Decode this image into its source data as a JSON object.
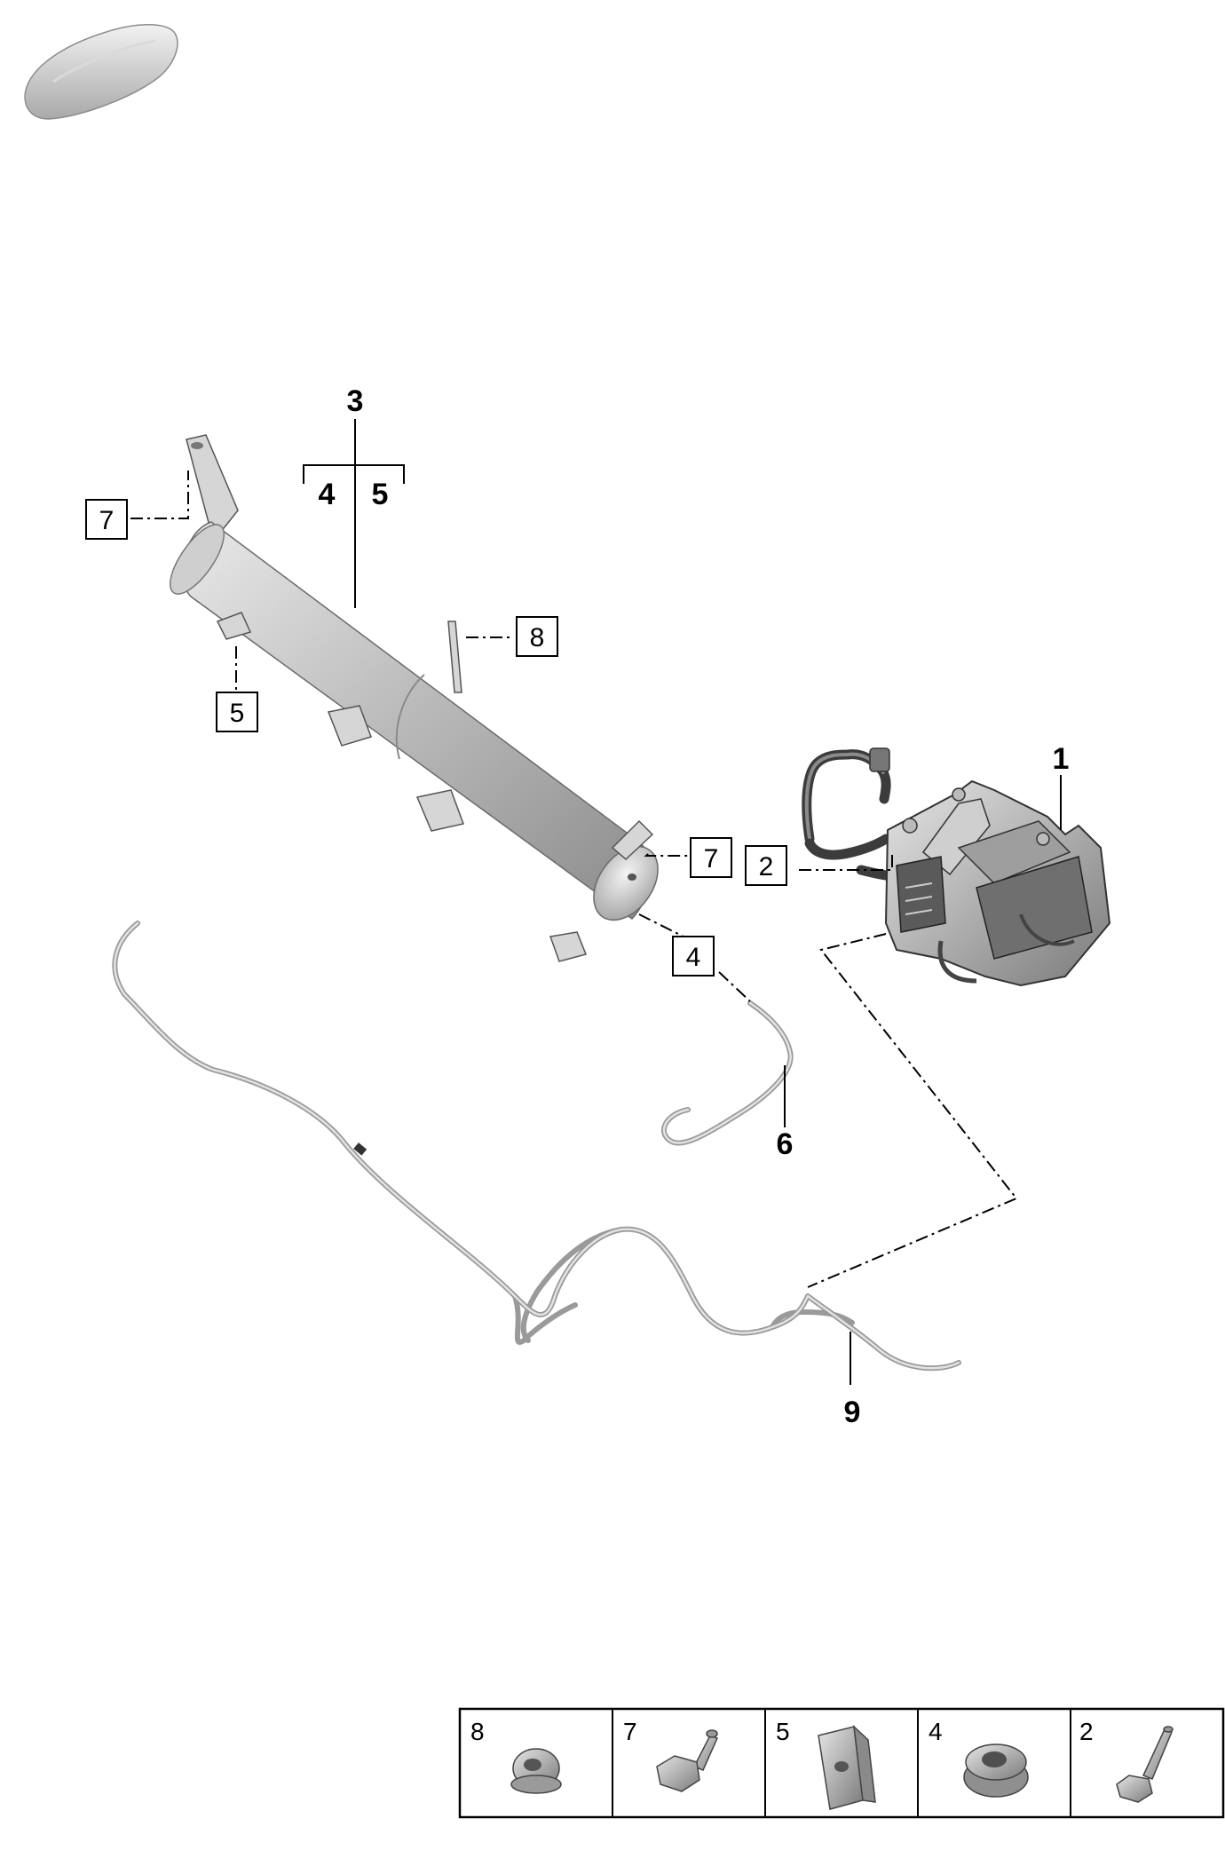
{
  "callouts": {
    "c1": "1",
    "c3": "3",
    "c3_sub_a": "4",
    "c3_sub_b": "5",
    "c6": "6",
    "c9": "9"
  },
  "boxed_labels": {
    "b7_left": "7",
    "b8": "8",
    "b5": "5",
    "b7_right": "7",
    "b2": "2",
    "b4": "4"
  },
  "hardware_table": [
    {
      "number": "8",
      "icon": "flange-nut-icon"
    },
    {
      "number": "7",
      "icon": "hex-bolt-icon"
    },
    {
      "number": "5",
      "icon": "clip-nut-icon"
    },
    {
      "number": "4",
      "icon": "collar-nut-icon"
    },
    {
      "number": "2",
      "icon": "bolt-icon"
    }
  ],
  "colors": {
    "line": "#000000",
    "part_gray": "#bdbdbd",
    "pipe_gray": "#9a9a9a",
    "background": "#ffffff"
  }
}
